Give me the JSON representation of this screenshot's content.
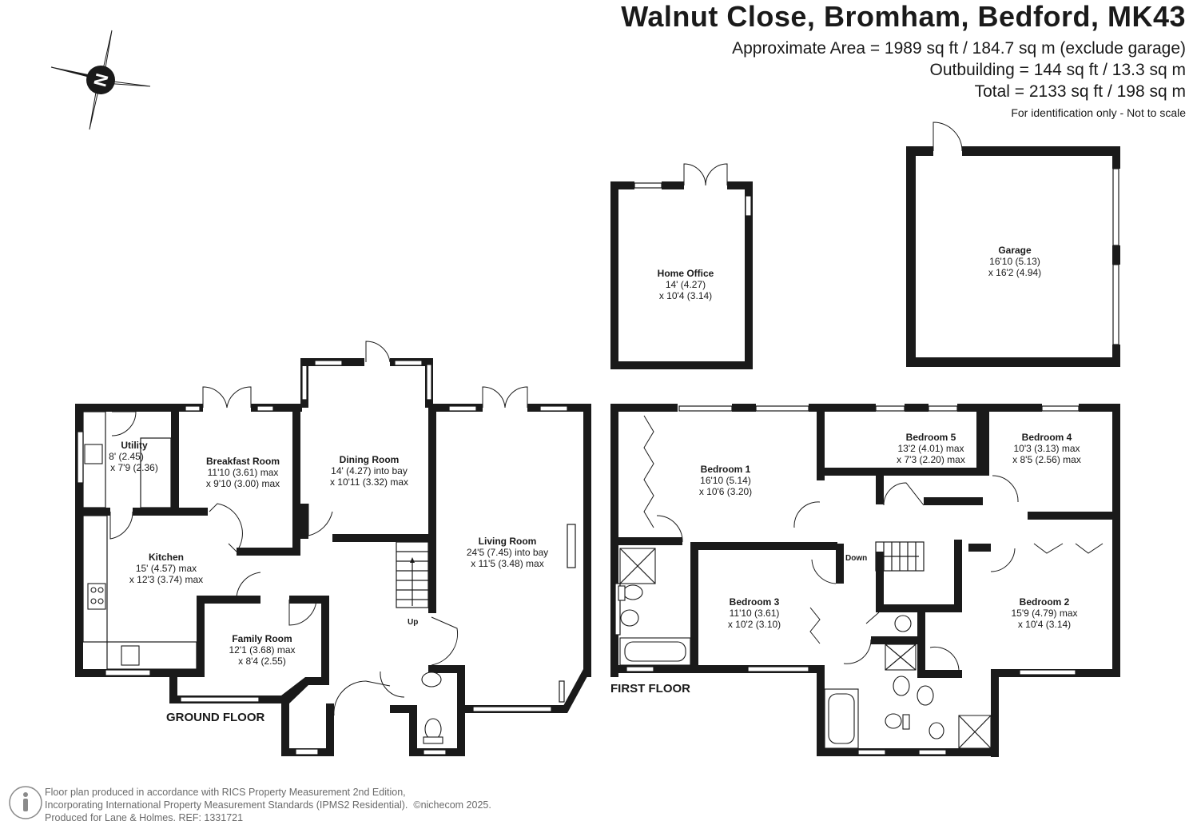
{
  "header": {
    "title": "Walnut Close, Bromham, Bedford, MK43",
    "area_main": "Approximate Area = 1989 sq ft / 184.7 sq m (exclude garage)",
    "area_outbuilding": "Outbuilding = 144 sq ft / 13.3 sq m",
    "area_total": "Total = 2133 sq ft / 198 sq m",
    "note": "For identification only - Not to scale"
  },
  "compass": {
    "letter": "N"
  },
  "floors": {
    "ground": "GROUND FLOOR",
    "first": "FIRST FLOOR"
  },
  "stairs": {
    "up": "Up",
    "down": "Down"
  },
  "rooms": {
    "home_office": {
      "name": "Home Office",
      "dim1": "14' (4.27)",
      "dim2": "x 10'4 (3.14)"
    },
    "garage": {
      "name": "Garage",
      "dim1": "16'10 (5.13)",
      "dim2": "x 16'2 (4.94)"
    },
    "utility": {
      "name": "Utility",
      "dim1": "8' (2.45)",
      "dim2": "x 7'9 (2.36)"
    },
    "breakfast": {
      "name": "Breakfast Room",
      "dim1": "11'10 (3.61) max",
      "dim2": "x 9'10 (3.00) max"
    },
    "dining": {
      "name": "Dining Room",
      "dim1": "14' (4.27) into bay",
      "dim2": "x 10'11 (3.32) max"
    },
    "living": {
      "name": "Living Room",
      "dim1": "24'5 (7.45) into bay",
      "dim2": "x 11'5 (3.48) max"
    },
    "kitchen": {
      "name": "Kitchen",
      "dim1": "15' (4.57) max",
      "dim2": "x 12'3 (3.74) max"
    },
    "family": {
      "name": "Family Room",
      "dim1": "12'1 (3.68) max",
      "dim2": "x 8'4 (2.55)"
    },
    "bedroom1": {
      "name": "Bedroom 1",
      "dim1": "16'10 (5.14)",
      "dim2": "x 10'6 (3.20)"
    },
    "bedroom2": {
      "name": "Bedroom 2",
      "dim1": "15'9 (4.79) max",
      "dim2": "x 10'4 (3.14)"
    },
    "bedroom3": {
      "name": "Bedroom 3",
      "dim1": "11'10 (3.61)",
      "dim2": "x 10'2 (3.10)"
    },
    "bedroom4": {
      "name": "Bedroom 4",
      "dim1": "10'3 (3.13) max",
      "dim2": "x 8'5 (2.56) max"
    },
    "bedroom5": {
      "name": "Bedroom 5",
      "dim1": "13'2 (4.01) max",
      "dim2": "x 7'3 (2.20) max"
    }
  },
  "footer": {
    "line1": "Floor plan produced in accordance with RICS Property Measurement 2nd Edition,",
    "line2": "Incorporating International Property Measurement Standards (IPMS2 Residential).",
    "brand": "©nichecom 2025.",
    "line3": "Produced for Lane & Holmes.   REF: 1331721"
  }
}
